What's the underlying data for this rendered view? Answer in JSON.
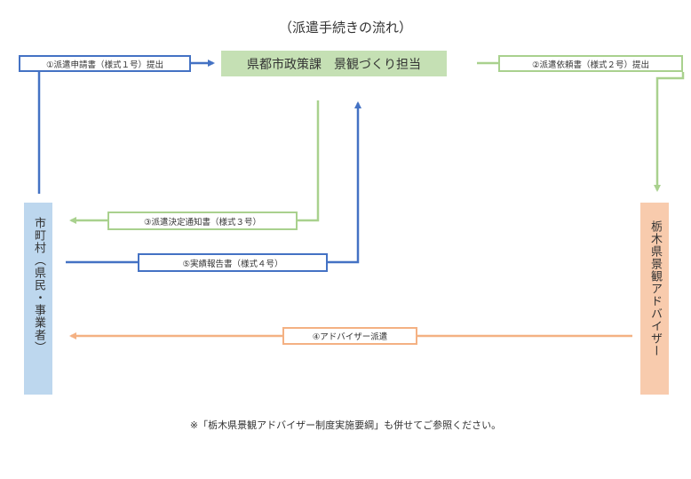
{
  "title": "（派遣手続きの流れ）",
  "nodes": {
    "prefecture": "県都市政策課　景観づくり担当",
    "municipality": "市町村（県民・事業者）",
    "advisor": "栃木県景観アドバイザー"
  },
  "steps": {
    "step1": "①派遣申請書（様式１号）提出",
    "step2": "②派遣依頼書（様式２号）提出",
    "step3": "③派遣決定通知書（様式３号）",
    "step4": "④アドバイザー派遣",
    "step5": "⑤実績報告書（様式４号）"
  },
  "note": "※「栃木県景観アドバイザー制度実施要綱」も併せてご参照ください。",
  "colors": {
    "blue": "#4472c4",
    "green": "#a9d18e",
    "orange": "#f4b183",
    "center_fill": "#c5e0b4",
    "muni_fill": "#bdd7ee",
    "advisor_fill": "#f8cbad"
  }
}
